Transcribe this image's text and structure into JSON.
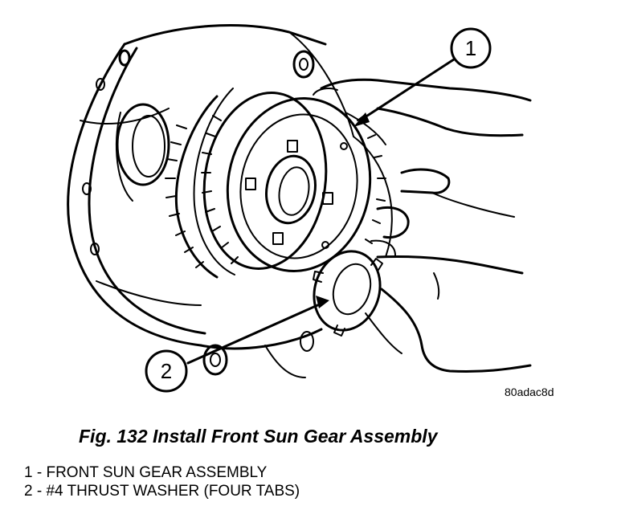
{
  "callouts": [
    {
      "number": "1"
    },
    {
      "number": "2"
    }
  ],
  "image_code": "80adac8d",
  "caption": "Fig. 132 Install Front Sun Gear Assembly",
  "legend": [
    {
      "number": "1",
      "separator": " - ",
      "text": "FRONT SUN GEAR ASSEMBLY"
    },
    {
      "number": "2",
      "separator": " - ",
      "text": "#4 THRUST WASHER (FOUR TABS)"
    }
  ]
}
